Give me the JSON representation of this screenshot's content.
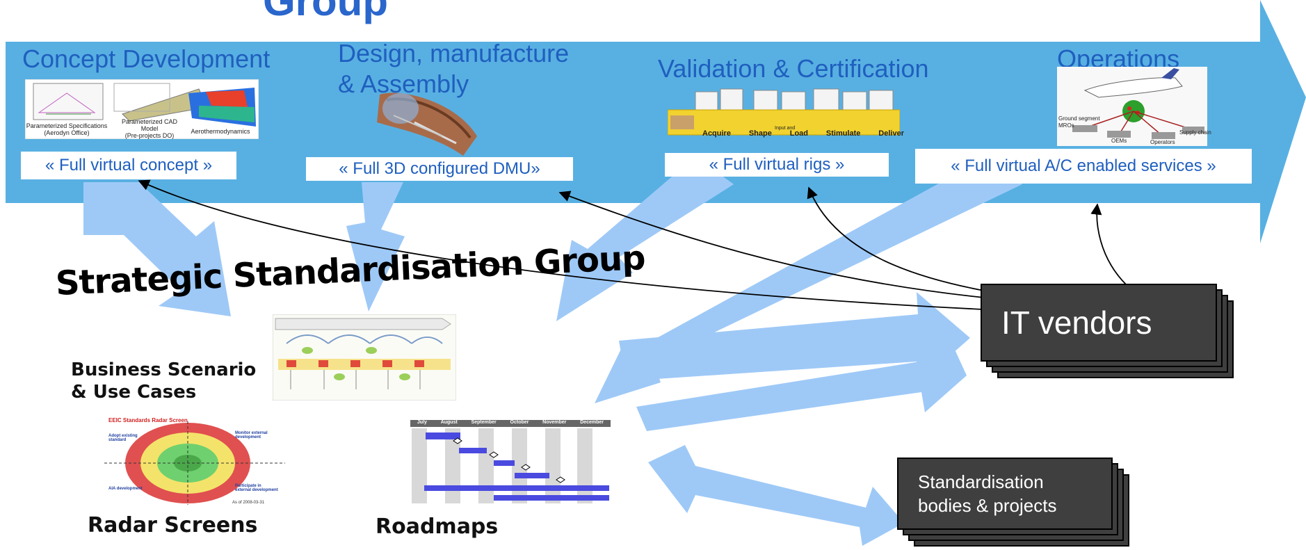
{
  "header": {
    "partial_title": "Group"
  },
  "lifecycle": {
    "stages": [
      {
        "title": "Concept Development",
        "callout": "« Full virtual concept »",
        "captions": [
          "Parameterized Specifications\n(Aerodyn Office)",
          "Parameterized CAD\nModel\n(Pre-projects DO)",
          "Aerothermodynamics"
        ]
      },
      {
        "title_line1": "Design, manufacture",
        "title_line2": "& Assembly",
        "callout": "« Full 3D  configured DMU»"
      },
      {
        "title": "Validation & Certification",
        "callout": "« Full virtual rigs »",
        "steps": [
          "Acquire",
          "Shape",
          "Load",
          "Stimulate",
          "Deliver"
        ],
        "step_note": "Input and"
      },
      {
        "title": "Operations",
        "callout": "« Full virtual A/C enabled services »",
        "labels": [
          "Ground segment",
          "MROs",
          "OEMs",
          "Operators",
          "Supply chain"
        ]
      }
    ]
  },
  "strategic_group": {
    "title": "Strategic Standardisation Group"
  },
  "sections": {
    "business_scenario_line1": "Business Scenario",
    "business_scenario_line2": "& Use Cases",
    "radar_screens": "Radar Screens",
    "roadmaps": "Roadmaps"
  },
  "radar": {
    "title": "EEIC Standards Radar Screen",
    "quadrants": [
      "Adopt existing standard",
      "Monitor external development",
      "AIA development",
      "Participate in external development"
    ],
    "date": "As of 2008-03-31"
  },
  "roadmap": {
    "months": [
      "July",
      "August",
      "September",
      "October",
      "November",
      "December"
    ]
  },
  "boxes": {
    "it_vendors": "IT vendors",
    "standardisation_line1": "Standardisation",
    "standardisation_line2": "bodies & projects"
  },
  "colors": {
    "band": "#58b0e2",
    "arrow": "#9ec9f7",
    "title_blue": "#1f5fbf",
    "box": "#3f3f3f"
  }
}
